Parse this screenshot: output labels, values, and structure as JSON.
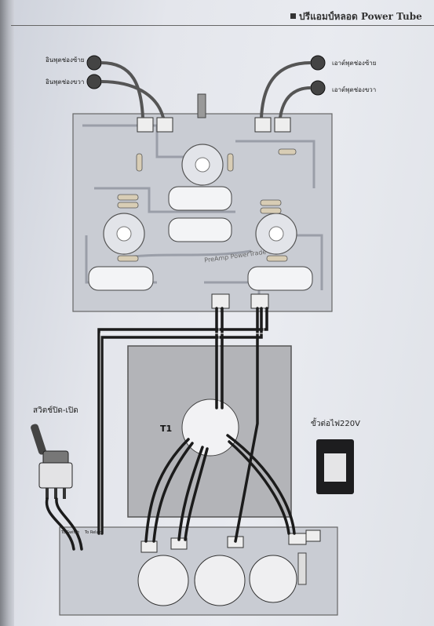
{
  "header": {
    "title": "ปรีแอมป์หลอด Power Tube"
  },
  "labels": {
    "input_left": "อินพุตช่องซ้าย",
    "input_right": "อินพุตช่องขวา",
    "output_left": "เอาต์พุตช่องซ้าย",
    "output_right": "เอาต์พุตช่องขวา",
    "switch": "สวิตช์ปิด-เปิด",
    "ac_socket": "ขั้วต่อไฟ220V",
    "transformer": "T1",
    "pcb_text": "PreAmp PowerTrade",
    "supply_left": "To Switch",
    "supply_relay": "To Relay"
  },
  "colors": {
    "page": "#e6e8ed",
    "pcb": "#c9ccd3",
    "trace": "#9a9ea8",
    "wire": "#1b1b1b",
    "transformer": "#b3b4b8"
  }
}
